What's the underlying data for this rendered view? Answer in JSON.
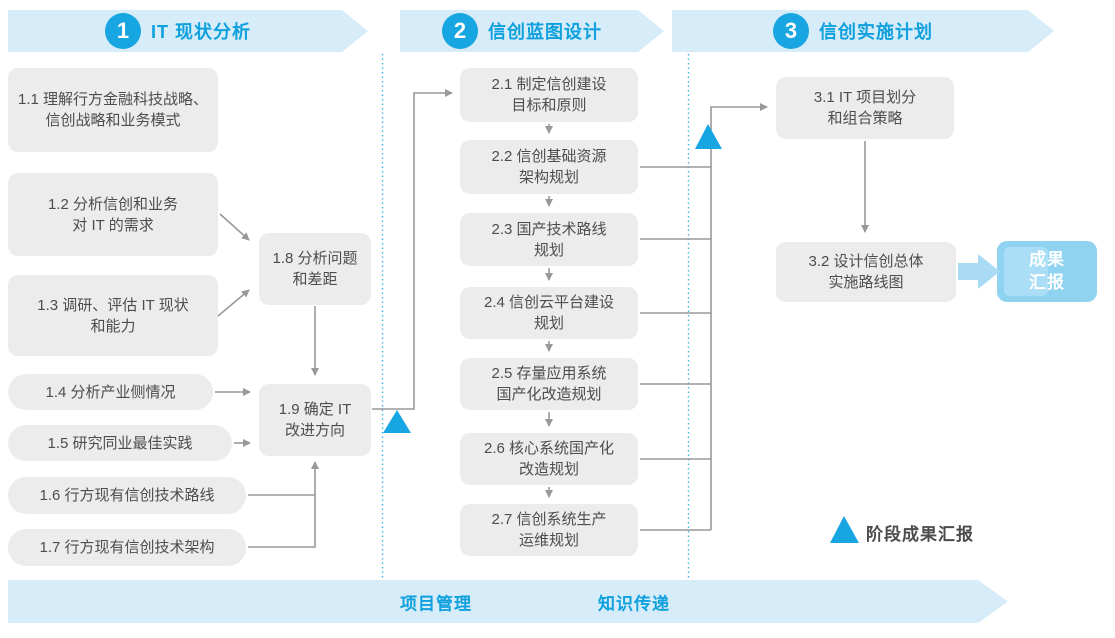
{
  "phases": [
    {
      "number": "1",
      "title": "IT 现状分析"
    },
    {
      "number": "2",
      "title": "信创蓝图设计"
    },
    {
      "number": "3",
      "title": "信创实施计划"
    }
  ],
  "phase1": {
    "s1": "1.1 理解行方金融科技战略、\n信创战略和业务模式",
    "s2": "1.2 分析信创和业务\n对 IT 的需求",
    "s3": "1.3 调研、评估 IT 现状\n和能力",
    "s4": "1.4 分析产业侧情况",
    "s5": "1.5 研究同业最佳实践",
    "s6": "1.6 行方现有信创技术路线",
    "s7": "1.7 行方现有信创技术架构",
    "s8": "1.8 分析问题\n和差距",
    "s9": "1.9 确定 IT\n改进方向"
  },
  "phase2": {
    "s1": "2.1 制定信创建设\n目标和原则",
    "s2": "2.2 信创基础资源\n架构规划",
    "s3": "2.3 国产技术路线\n规划",
    "s4": "2.4 信创云平台建设\n规划",
    "s5": "2.5 存量应用系统\n国产化改造规划",
    "s6": "2.6 核心系统国产化\n改造规划",
    "s7": "2.7 信创系统生产\n运维规划"
  },
  "phase3": {
    "s1": "3.1 IT 项目划分\n和组合策略",
    "s2": "3.2 设计信创总体\n实施路线图"
  },
  "result_box": "成果\n汇报",
  "legend": {
    "label": "阶段成果汇报"
  },
  "bottom_banner": {
    "left_label": "项目管理",
    "right_label": "知识传递"
  },
  "colors": {
    "accent_blue": "#18a6e2",
    "banner_bg": "#d6ecf8",
    "box_bg": "#ececec",
    "box_text": "#4d4d4d",
    "connector_gray": "#999999",
    "result_bg": "#8fd3f1"
  }
}
